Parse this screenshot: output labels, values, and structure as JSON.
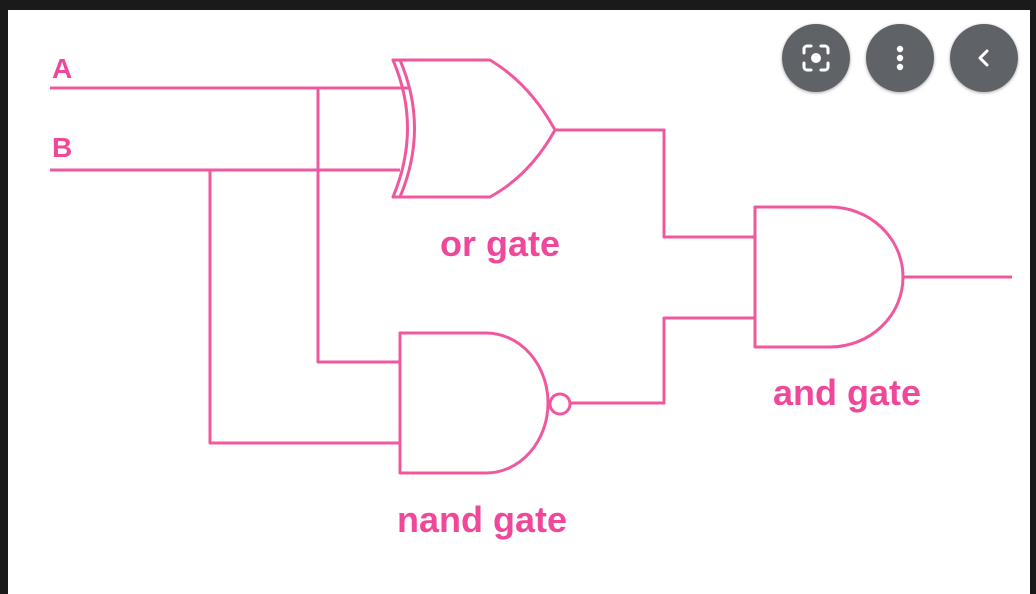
{
  "diagram": {
    "inputs": {
      "a": "A",
      "b": "B"
    },
    "gates": {
      "or": "or gate",
      "nand": "nand gate",
      "and": "and gate"
    },
    "colors": {
      "line": "#f0589e",
      "label": "#ef4799",
      "background": "#ffffff"
    }
  },
  "toolbar": {
    "lens_icon": "google-lens-icon",
    "more_icon": "more-vertical-icon",
    "back_icon": "chevron-left-icon"
  }
}
